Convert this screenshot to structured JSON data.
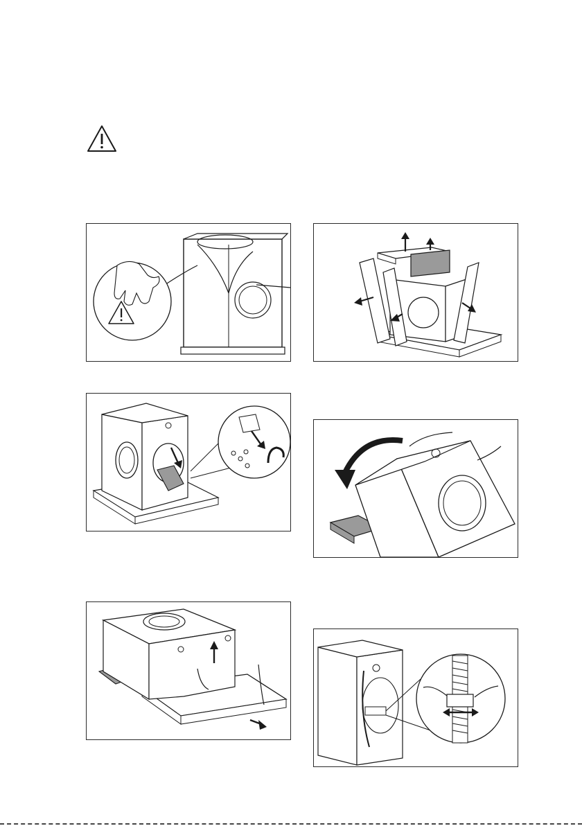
{
  "page": {
    "warning_icon": "warning-triangle-icon",
    "figures": [
      {
        "id": "fig1",
        "depicts": "remove-film-with-gloves"
      },
      {
        "id": "fig2",
        "depicts": "lift-top-and-remove-corner-posts"
      },
      {
        "id": "fig3",
        "depicts": "open-door-take-out-accessories"
      },
      {
        "id": "fig4",
        "depicts": "tilt-machine-back-onto-packing-piece"
      },
      {
        "id": "fig5",
        "depicts": "lift-machine-remove-base"
      },
      {
        "id": "fig6",
        "depicts": "remove-hose-clip-at-rear"
      }
    ]
  },
  "colors": {
    "line": "#1a1a1a",
    "shade": "#9a9a9a",
    "panel_fill": "#ffffff"
  }
}
